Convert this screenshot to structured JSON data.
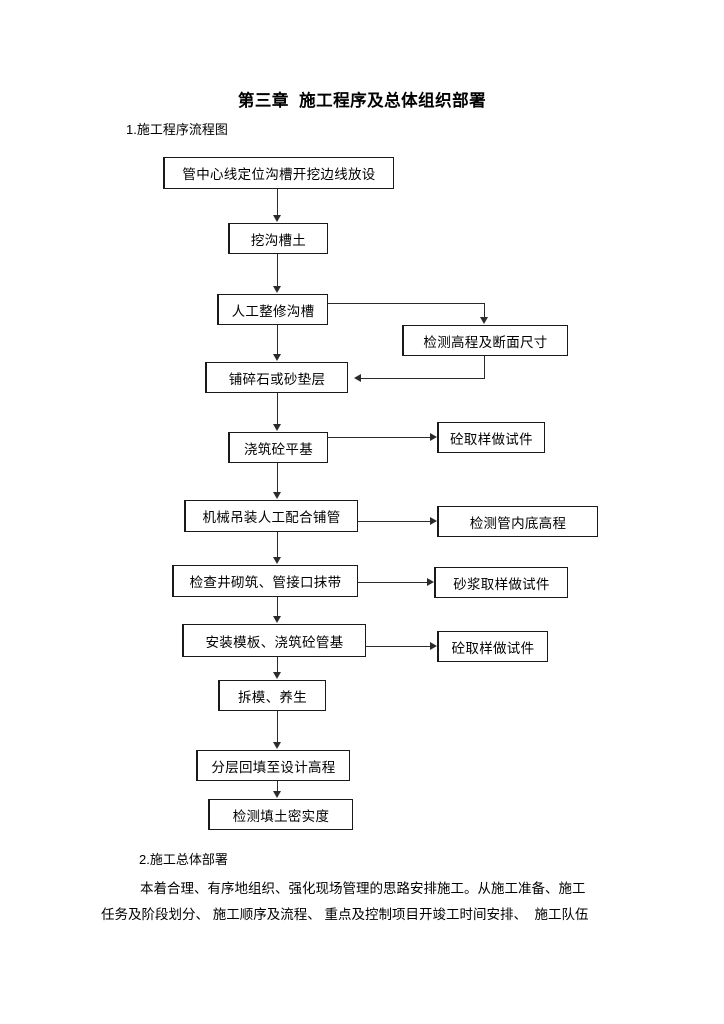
{
  "document": {
    "title": "第三章  施工程序及总体组织部署",
    "section_1_label": "1.施工程序流程图",
    "section_2_label": "2.施工总体部署",
    "paragraph_line_1": "本着合理、有序地组织、强化现场管理的思路安排施工。从施工准备、施工",
    "paragraph_line_2": "任务及阶段划分、 施工顺序及流程、 重点及控制项目开竣工时间安排、  施工队伍"
  },
  "flowchart": {
    "type": "flowchart",
    "orientation": "top-to-bottom",
    "main_nodes": [
      {
        "id": "n1",
        "label": "管中心线定位沟槽开挖边线放设"
      },
      {
        "id": "n2",
        "label": "挖沟槽土"
      },
      {
        "id": "n3",
        "label": "人工整修沟槽"
      },
      {
        "id": "n4",
        "label": "铺碎石或砂垫层"
      },
      {
        "id": "n5",
        "label": "浇筑砼平基"
      },
      {
        "id": "n6",
        "label": "机械吊装人工配合铺管"
      },
      {
        "id": "n7",
        "label": "检查井砌筑、管接口抹带"
      },
      {
        "id": "n8",
        "label": "安装模板、浇筑砼管基"
      },
      {
        "id": "n9",
        "label": "拆模、养生"
      },
      {
        "id": "n10",
        "label": "分层回填至设计高程"
      },
      {
        "id": "n11",
        "label": "检测填土密实度"
      }
    ],
    "side_nodes": [
      {
        "id": "s1",
        "label": "检测高程及断面尺寸"
      },
      {
        "id": "s2",
        "label": "砼取样做试件"
      },
      {
        "id": "s3",
        "label": "检测管内底高程"
      },
      {
        "id": "s4",
        "label": "砂浆取样做试件"
      },
      {
        "id": "s5",
        "label": "砼取样做试件"
      }
    ],
    "edges": [
      {
        "from": "n1",
        "to": "n2",
        "kind": "down"
      },
      {
        "from": "n2",
        "to": "n3",
        "kind": "down"
      },
      {
        "from": "n3",
        "to": "s1",
        "kind": "right-then-down"
      },
      {
        "from": "s1",
        "to": "n4",
        "kind": "down-then-left"
      },
      {
        "from": "n3",
        "to": "n4",
        "kind": "down"
      },
      {
        "from": "n4",
        "to": "n5",
        "kind": "down"
      },
      {
        "from": "n5",
        "to": "s2",
        "kind": "right"
      },
      {
        "from": "n5",
        "to": "n6",
        "kind": "down"
      },
      {
        "from": "n6",
        "to": "s3",
        "kind": "right"
      },
      {
        "from": "n6",
        "to": "n7",
        "kind": "down"
      },
      {
        "from": "n7",
        "to": "s4",
        "kind": "right"
      },
      {
        "from": "n7",
        "to": "n8",
        "kind": "down"
      },
      {
        "from": "n8",
        "to": "s5",
        "kind": "right"
      },
      {
        "from": "n8",
        "to": "n9",
        "kind": "down"
      },
      {
        "from": "n9",
        "to": "n10",
        "kind": "down"
      },
      {
        "from": "n10",
        "to": "n11",
        "kind": "down"
      }
    ]
  }
}
